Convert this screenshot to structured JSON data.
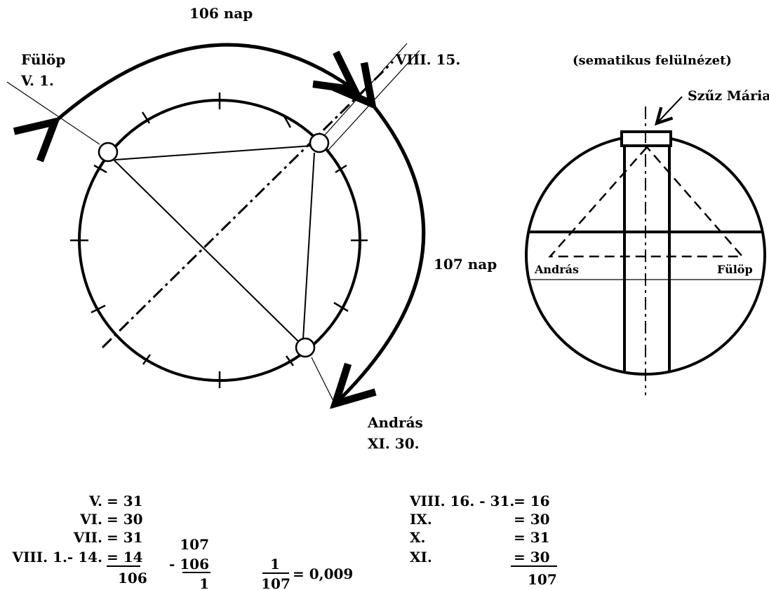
{
  "left_diagram": {
    "arc_top_label": "106 nap",
    "arc_right_label": "107 nap",
    "fulop_name": "Fülöp",
    "fulop_date": "V. 1.",
    "viii15_label": "VIII. 15.",
    "andras_name": "András",
    "andras_date": "XI. 30."
  },
  "right_diagram": {
    "caption": "(sematikus felülnézet)",
    "top_label": "Szűz Mária",
    "left_label": "András",
    "right_label": "Fülöp"
  },
  "calc_left": {
    "rows": [
      {
        "month": "V.",
        "value": "= 31"
      },
      {
        "month": "VI.",
        "value": "= 30"
      },
      {
        "month": "VII.",
        "value": "= 31"
      },
      {
        "month": "VIII. 1.- 14.",
        "value": "= 14"
      }
    ],
    "total": "106"
  },
  "calc_sub": {
    "top": "107",
    "minus": "- 106",
    "result": "1"
  },
  "calc_frac": {
    "numerator": "1",
    "denominator": "107",
    "equals": "= 0,009"
  },
  "calc_right": {
    "rows": [
      {
        "month": "VIII. 16. - 31.",
        "value": "= 16"
      },
      {
        "month": "IX.",
        "value": "= 30"
      },
      {
        "month": "X.",
        "value": "= 31"
      },
      {
        "month": "XI.",
        "value": "= 30"
      }
    ],
    "total": "107"
  }
}
